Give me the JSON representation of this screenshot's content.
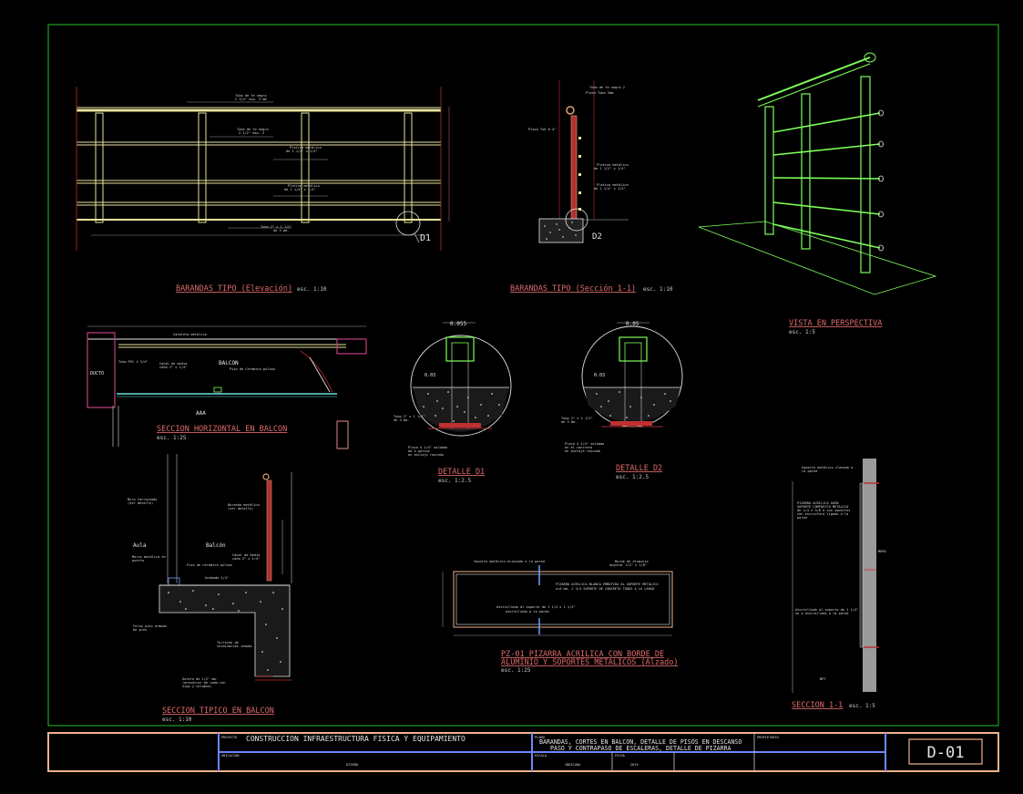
{
  "drawing": {
    "colors": {
      "background": "#000000",
      "frame": "#27c227",
      "railing": "#e6e29a",
      "title_underline": "#e06a6a",
      "perspective": "#7dff5a",
      "concrete": "#ffffff",
      "titleblock": "#f0b08a",
      "titleblock_blue": "#6f86ff"
    },
    "views": {
      "elevation": {
        "title": "BARANDAS TIPO (Elevación)",
        "scale": "esc. 1:10",
        "detail_tag": "D1"
      },
      "section_1_1_top": {
        "title": "BARANDAS TIPO (Sección 1-1)",
        "scale": "esc. 1:10",
        "detail_tag": "D2"
      },
      "perspective": {
        "title": "VISTA EN PERSPECTIVA",
        "scale": "esc. 1:5"
      },
      "horizontal_section": {
        "title": "SECCION HORIZONTAL EN BALCON",
        "scale": "esc. 1:25",
        "labels": [
          "BALCON",
          "DUCTO",
          "AAA"
        ]
      },
      "detail_d1": {
        "title": "DETALLE D1",
        "scale": "esc. 1:2.5",
        "dim_top": "0.055",
        "dim_inner": "0.03"
      },
      "detail_d2": {
        "title": "DETALLE D2",
        "scale": "esc. 1:2.5",
        "dim_top": "0.05",
        "dim_inner": "0.03"
      },
      "typical_section": {
        "title": "SECCION TIPICO EN BALCON",
        "scale": "esc. 1:10",
        "labels": [
          "Aula",
          "Balcón"
        ]
      },
      "whiteboard": {
        "title_line1": "PZ-01   PIZARRA ACRILICA CON BORDE DE",
        "title_line2": "ALUMINIO Y SOPORTES METALICOS (Alzado)",
        "scale": "esc. 1:25"
      },
      "section_1_1_right": {
        "title": "SECCION 1-1",
        "scale": "esc. 1:5"
      }
    },
    "titleblock": {
      "project": "CONSTRUCCION INFRAESTRUCTURA FISICA Y EQUIPAMIENTO",
      "description_line1": "BARANDAS, CORTES EN BALCON, DETALLE DE PISOS EN DESCANSO",
      "description_line2": "PASO Y CONTRAPASO DE ESCALERAS, DETALLE DE PIZARRA",
      "sheet": "D-01"
    }
  }
}
